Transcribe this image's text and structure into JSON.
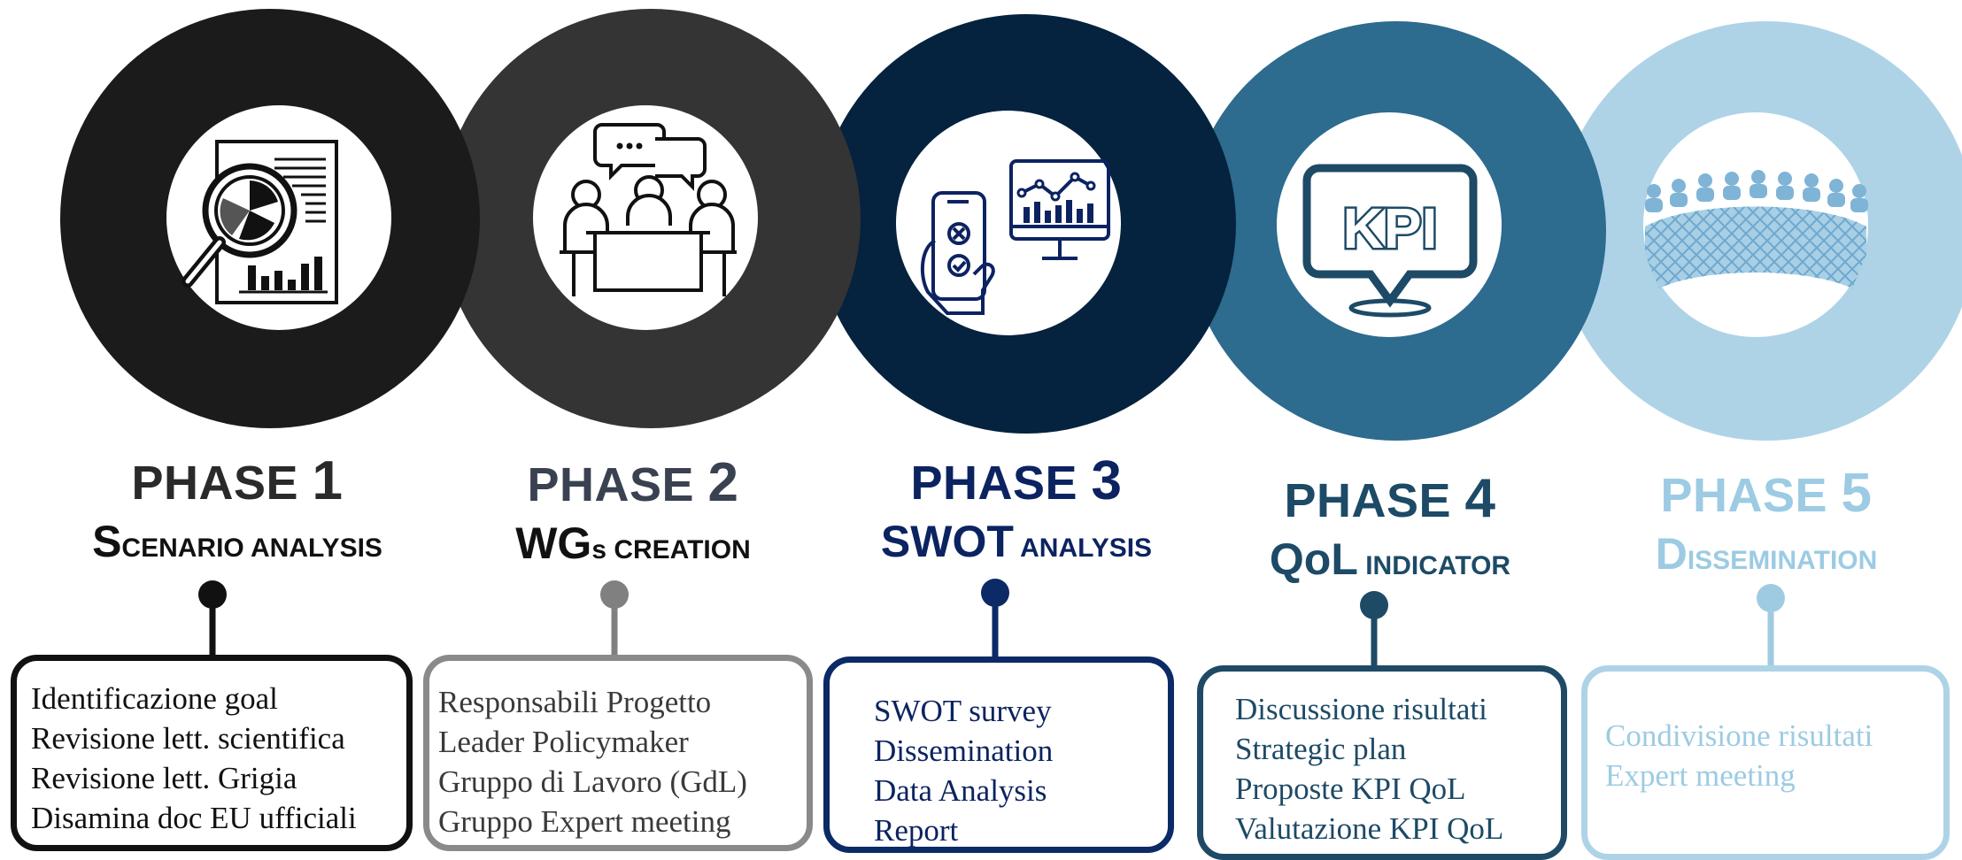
{
  "colors": {
    "phase1": "#1b1b1b",
    "phase2": "#343434",
    "phase3": "#05223e",
    "phase4": "#2d6b8f",
    "phase5": "#aed3e7",
    "phase1_dot": "#111111",
    "phase2_dot": "#808080",
    "phase3_dot": "#0b2a66",
    "phase4_dot": "#1f4a66",
    "phase5_dot": "#9fcbe2",
    "phase1_text": "#2a2a2a",
    "phase2_text": "#3a4150",
    "phase3_text": "#0c2361",
    "phase4_text": "#1d4a66",
    "phase5_text": "#9ccbe3"
  },
  "phases": [
    {
      "label": "PHASE",
      "number": "1",
      "subtitle_cap": "S",
      "subtitle_rest": "CENARIO ANALYSIS",
      "icon": "report-magnifier-icon",
      "items": [
        "Identificazione goal",
        "Revisione lett. scientifica",
        "Revisione lett. Grigia",
        "Disamina doc EU ufficiali"
      ]
    },
    {
      "label": "PHASE",
      "number": "2",
      "subtitle_cap": "WG",
      "subtitle_rest": "s CREATION",
      "icon": "meeting-group-icon",
      "items": [
        "Responsabili Progetto",
        "Leader Policymaker",
        "Gruppo di Lavoro (GdL)",
        "Gruppo Expert meeting"
      ]
    },
    {
      "label": "PHASE",
      "number": "3",
      "subtitle_cap": "SWOT",
      "subtitle_rest": " ANALYSIS",
      "icon": "phone-analytics-icon",
      "items": [
        "SWOT survey",
        "Dissemination",
        "Data Analysis",
        "Report"
      ]
    },
    {
      "label": "PHASE",
      "number": "4",
      "subtitle_cap": "QoL",
      "subtitle_rest": " INDICATOR",
      "icon": "kpi-icon",
      "items": [
        "Discussione risultati",
        "Strategic plan",
        "Proposte KPI QoL",
        "Valutazione KPI QoL"
      ]
    },
    {
      "label": "PHASE",
      "number": "5",
      "subtitle_cap": "D",
      "subtitle_rest": "ISSEMINATION",
      "icon": "audience-arena-icon",
      "items": [
        "Condivisione risultati",
        "Expert meeting"
      ]
    }
  ]
}
